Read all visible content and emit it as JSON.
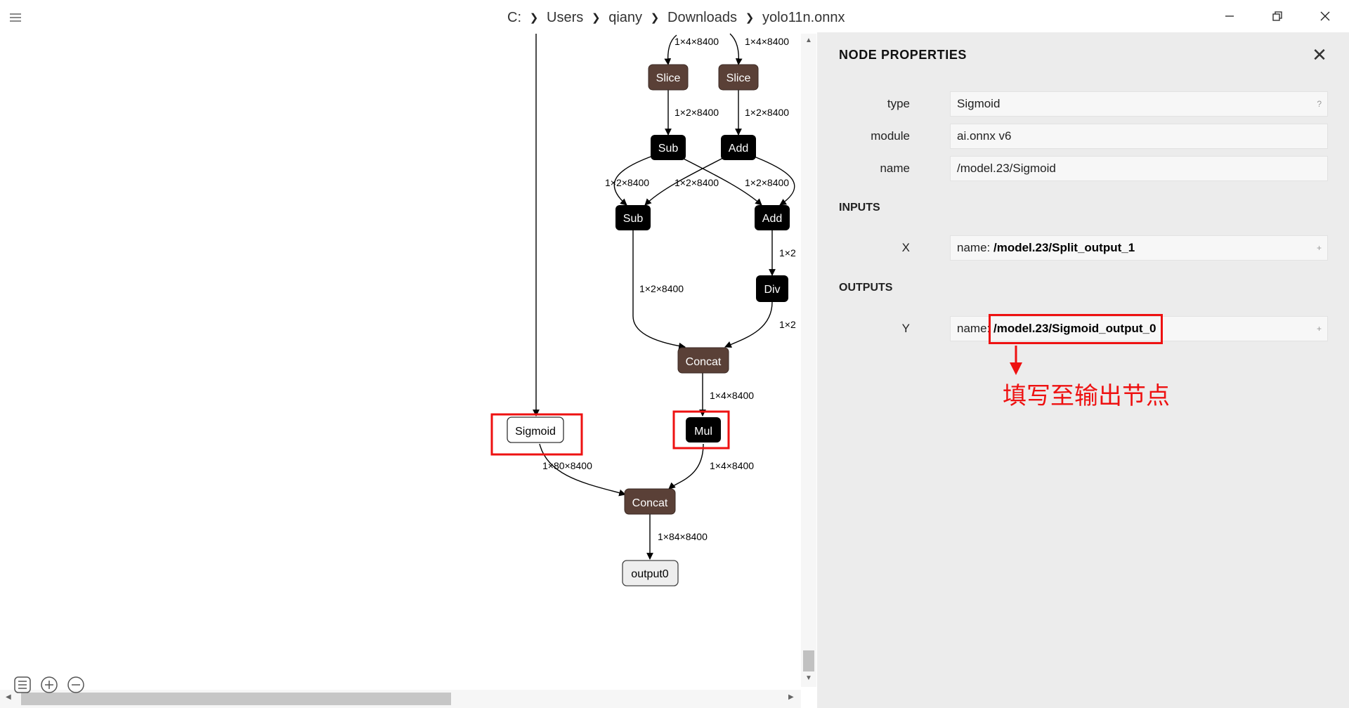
{
  "breadcrumb": [
    "C:",
    "Users",
    "qiany",
    "Downloads",
    "yolo11n.onnx"
  ],
  "window_controls": {
    "minimize": "—",
    "maximize": "❐",
    "close": "✕"
  },
  "graph": {
    "nodes": {
      "slice1": "Slice",
      "slice2": "Slice",
      "sub1": "Sub",
      "add1": "Add",
      "sub2": "Sub",
      "add2": "Add",
      "div": "Div",
      "concat1": "Concat",
      "sigmoid": "Sigmoid",
      "mul": "Mul",
      "concat2": "Concat",
      "output": "output0"
    },
    "edges": {
      "in1": "1×4×8400",
      "in2": "1×4×8400",
      "slice1_sub": "1×2×8400",
      "slice2_add": "1×2×8400",
      "sub1_l": "1×2×8400",
      "mid": "1×2×8400",
      "add1_r": "1×2×8400",
      "add2_div": "1×2",
      "sub2_concat": "1×2×8400",
      "div_concat": "1×2",
      "concat_mul": "1×4×8400",
      "sigmoid_concat": "1×80×8400",
      "mul_concat": "1×4×8400",
      "concat_out": "1×84×8400"
    }
  },
  "panel": {
    "title": "NODE PROPERTIES",
    "close": "✕",
    "properties": [
      {
        "key": "type",
        "value": "Sigmoid",
        "button": "?"
      },
      {
        "key": "module",
        "value": "ai.onnx v6"
      },
      {
        "key": "name",
        "value": "/model.23/Sigmoid"
      }
    ],
    "inputs_title": "INPUTS",
    "input": {
      "key": "X",
      "prefix": "name: ",
      "value": "/model.23/Split_output_1",
      "button": "+"
    },
    "outputs_title": "OUTPUTS",
    "output": {
      "key": "Y",
      "prefix": "name: ",
      "value": "/model.23/Sigmoid_output_0",
      "button": "+"
    }
  },
  "annotation": {
    "text": "填写至输出节点",
    "color": "#ee1111"
  }
}
